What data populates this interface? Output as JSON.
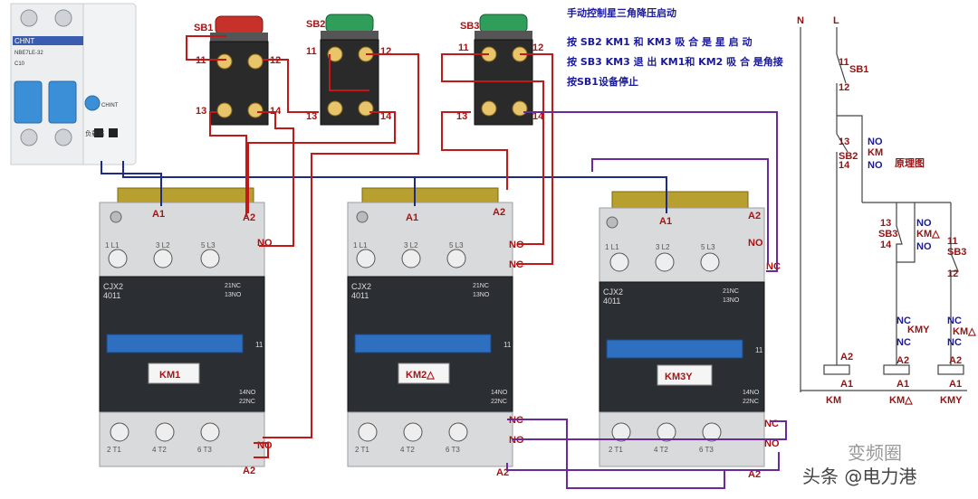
{
  "breaker": {
    "brand": "CHNT",
    "model": "NBE7LE-32",
    "rating": "C10",
    "side_text": "负载端",
    "side_brand": "CHINT"
  },
  "buttons": {
    "sb1": "SB1",
    "sb2": "SB2",
    "sb3": "SB3",
    "t11": "11",
    "t12": "12",
    "t13": "13",
    "t14": "14"
  },
  "colors": {
    "stop_button": "#c8302a",
    "start_button": "#2e9e5a",
    "contactor_top": "#d9dadc",
    "contactor_body": "#2b2e33",
    "armature": "#2f6fc0",
    "wire_blue": "#1c2a8a",
    "wire_red": "#c21818",
    "wire_purple": "#6a2a9a",
    "label_red": "#b01010"
  },
  "contactors": [
    {
      "name": "KM1",
      "model": "CJX2",
      "model_no": "4011",
      "a1": "A1",
      "a2": "A2",
      "top_no": "NO",
      "bottom_label": "NO",
      "bottom_a2": "A2",
      "pole_top": [
        "1 L1",
        "3 L2",
        "5 L3"
      ],
      "pole_bottom": [
        "2 T1",
        "4 T2",
        "6 T3"
      ],
      "aux_top": [
        "21NC",
        "13NO"
      ],
      "aux_bottom": [
        "14NO",
        "22NC"
      ],
      "side_no": "11"
    },
    {
      "name": "KM2△",
      "model": "CJX2",
      "model_no": "4011",
      "a1": "A1",
      "a2": "A2",
      "top_no": "NO",
      "top_nc": "NC",
      "bottom_nc": "NC",
      "bottom_no": "NO",
      "bottom_a2": "A2",
      "pole_top": [
        "1 L1",
        "3 L2",
        "5 L3"
      ],
      "pole_bottom": [
        "2 T1",
        "4 T2",
        "6 T3"
      ],
      "aux_top": [
        "21NC",
        "13NO"
      ],
      "aux_bottom": [
        "14NO",
        "22NC"
      ],
      "side_no": "11"
    },
    {
      "name": "KM3Y",
      "model": "CJX2",
      "model_no": "4011",
      "a1": "A1",
      "a2": "A2",
      "top_no": "NO",
      "top_nc": "NC",
      "bottom_nc": "NC",
      "bottom_no": "NO",
      "bottom_a2": "A2",
      "pole_top": [
        "1 L1",
        "3 L2",
        "5 L3"
      ],
      "pole_bottom": [
        "2 T1",
        "4 T2",
        "6 T3"
      ],
      "aux_top": [
        "21NC",
        "13NO"
      ],
      "aux_bottom": [
        "14NO",
        "22NC"
      ],
      "side_no": "11"
    }
  ],
  "notes": {
    "title": "手动控制星三角降压启动",
    "line1": "按 SB2 KM1 和 KM3 吸 合 是 星 启 动",
    "line2": "按 SB3 KM3 退 出 KM1和 KM2 吸 合 是角接",
    "line3": "按SB1设备停止"
  },
  "schematic": {
    "n": "N",
    "l": "L",
    "sb1": "SB1",
    "sb2": "SB2",
    "sb3": "SB3",
    "km": "KM",
    "n11": "11",
    "n12": "12",
    "n13": "13",
    "n14": "14",
    "no": "NO",
    "nc": "NC",
    "label_diagram": "原理图",
    "coil_km": "KM",
    "coil_km2": "KM△",
    "coil_km3": "KMY",
    "a1": "A1",
    "a2": "A2",
    "sb3_11": "11",
    "sb3_12": "12",
    "km_delta": "KM△",
    "km_y": "KMY"
  },
  "watermark": {
    "top": "变频圈",
    "bottom": "头条 @电力港"
  }
}
